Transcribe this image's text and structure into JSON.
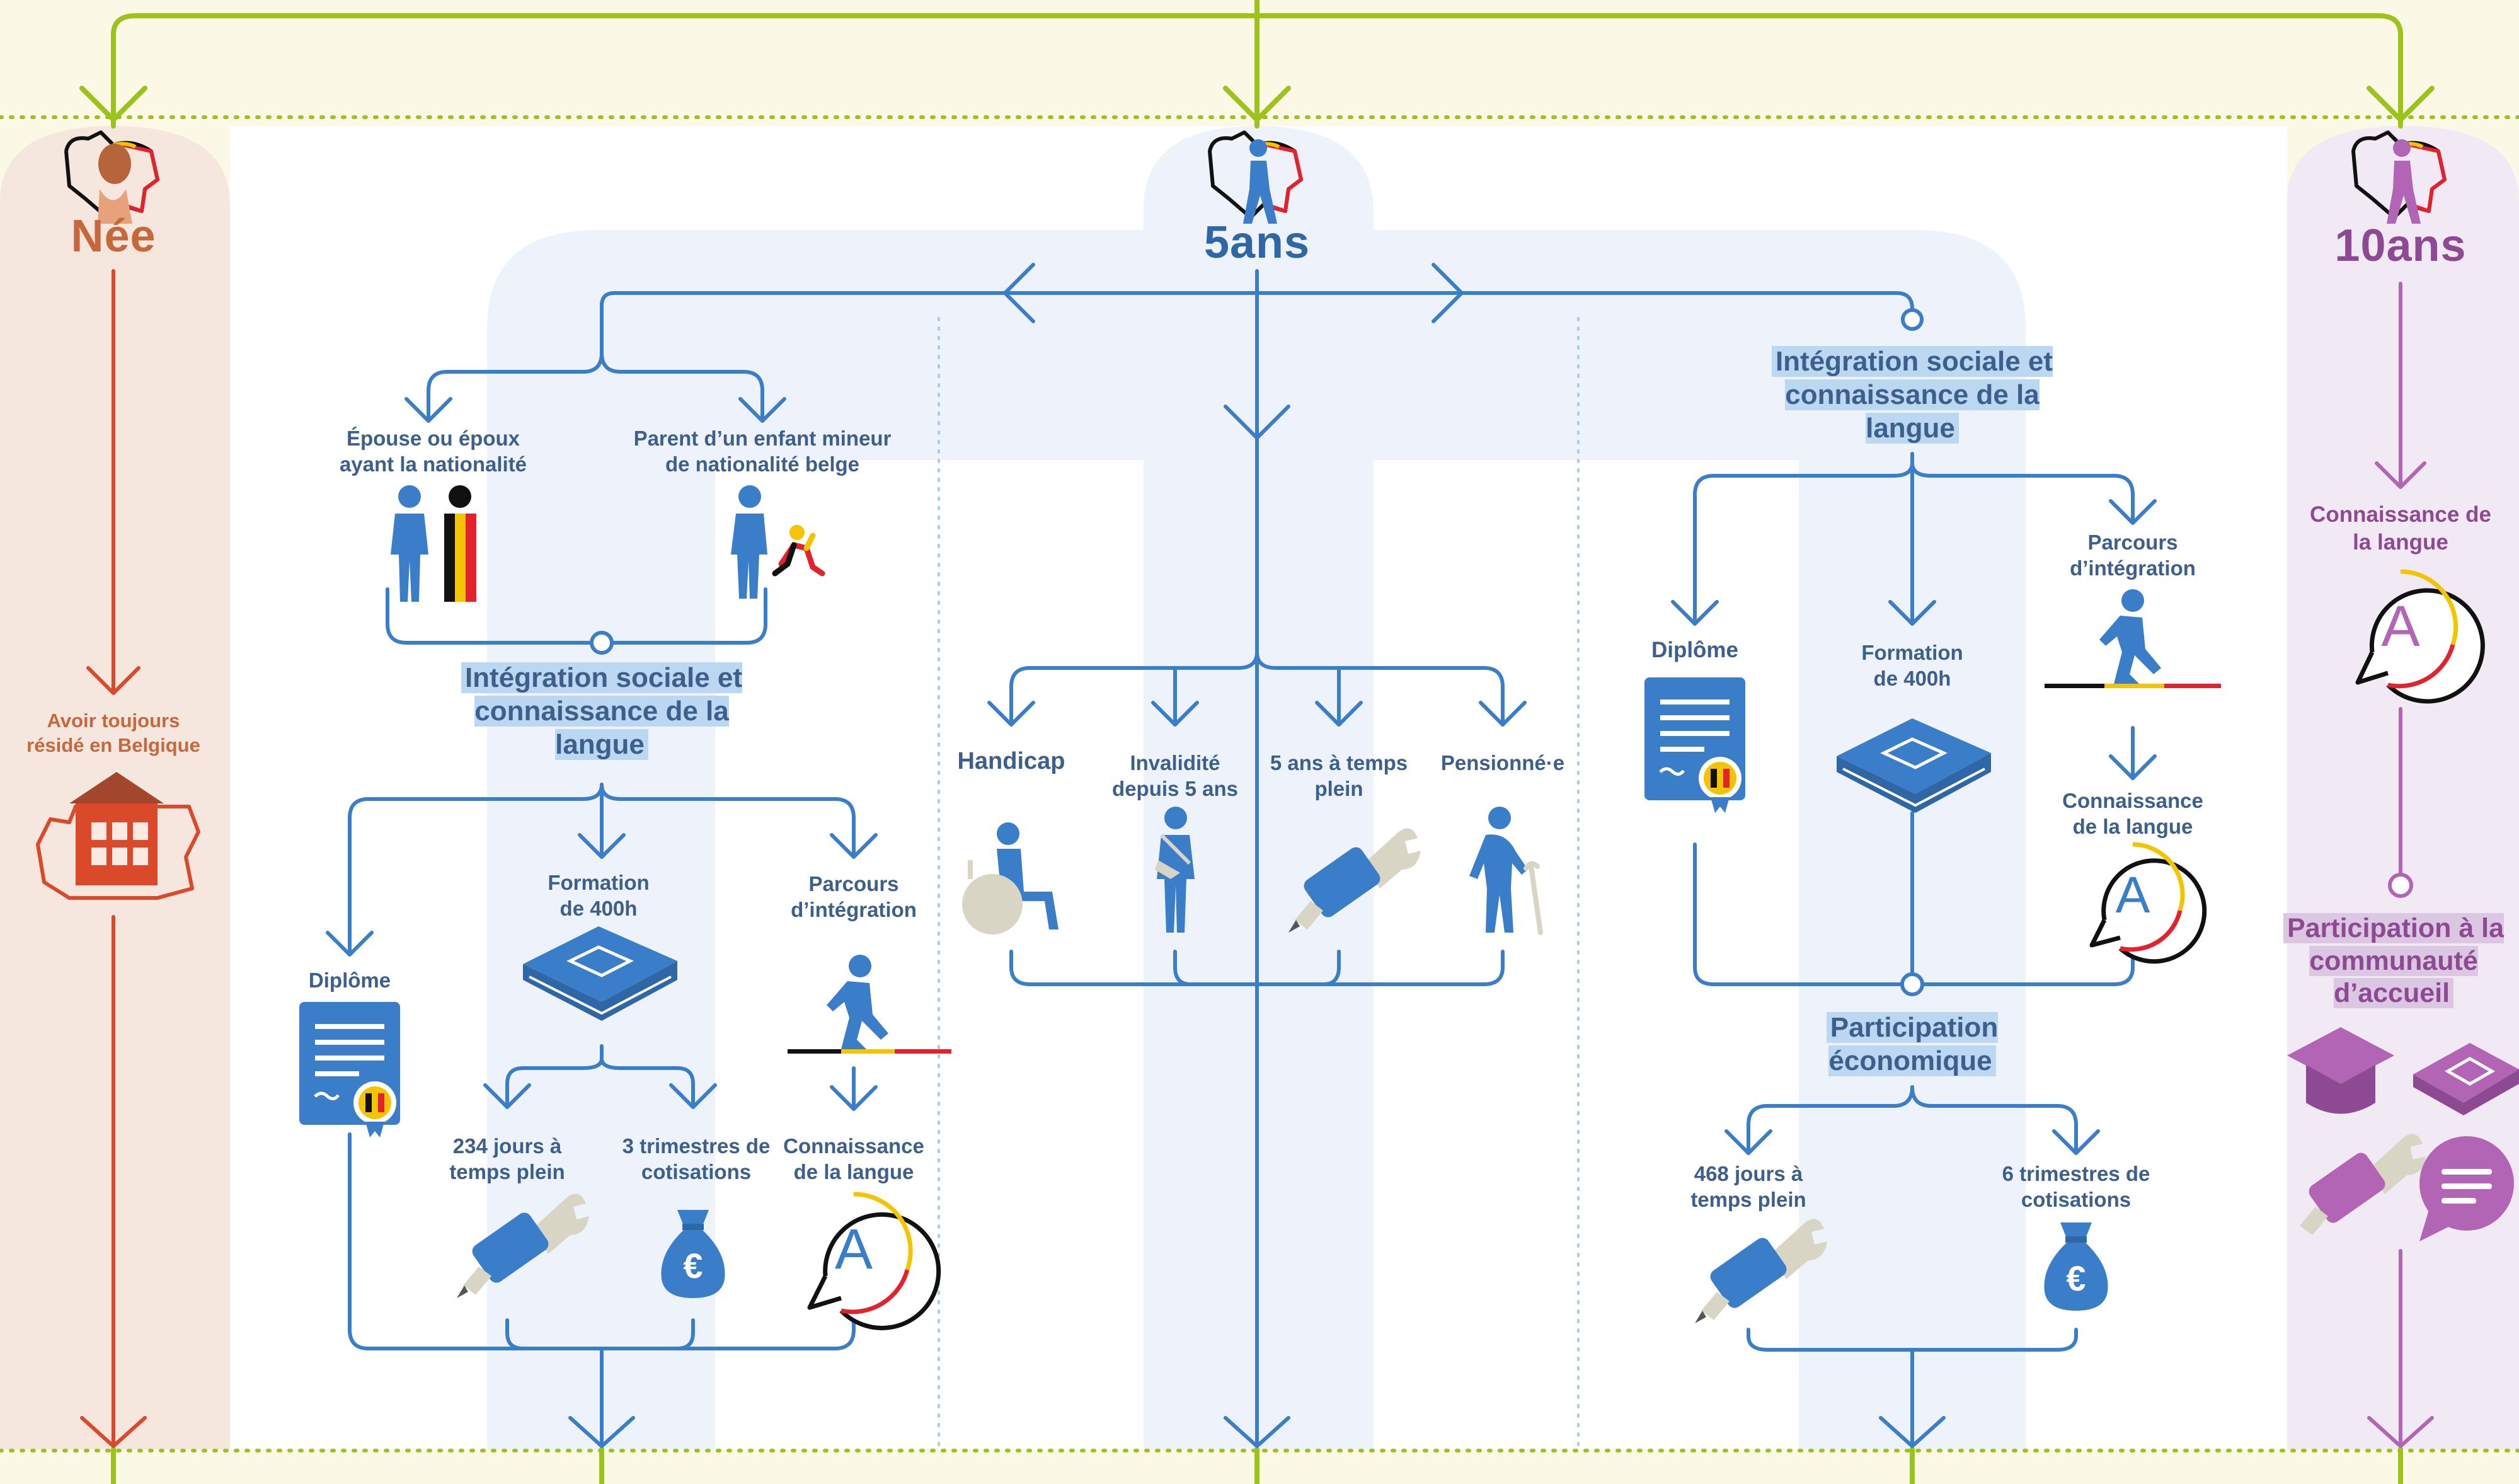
{
  "colors": {
    "background": "#fbf9e6",
    "path_green": "#9bc31c",
    "five_years_blue": "#3a7dc8",
    "birth_orange": "#d9492a",
    "ten_years_purple": "#b165b4",
    "belgium_black": "#111111",
    "belgium_yellow": "#f5c400",
    "belgium_red": "#e3222d"
  },
  "columns": {
    "born": {
      "title": "Née",
      "condition": "Avoir toujours résidé en Belgique"
    },
    "five_years": {
      "title": "5ans",
      "branch_family": {
        "spouse": "Épouse ou époux ayant la nationalité",
        "parent": "Parent d’un enfant mineur de nationalité belge",
        "integration": "Intégration sociale et connaissance de la langue",
        "diploma": "Diplôme",
        "training": "Formation de 400h",
        "path": "Parcours d’intégration",
        "days": "234 jours à temps plein",
        "quarters": "3 trimestres de cotisations",
        "language": "Connaissance de la langue"
      },
      "branch_middle": {
        "handicap": "Handicap",
        "invalidity": "Invalidité depuis 5 ans",
        "fulltime": "5 ans à temps plein",
        "pension": "Pensionné·e"
      },
      "branch_integration": {
        "integration": "Intégration sociale et connaissance de la langue",
        "diploma": "Diplôme",
        "training": "Formation de 400h",
        "path": "Parcours d’intégration",
        "language": "Connaissance de la langue",
        "economic": "Participation économique",
        "days": "468 jours à temps plein",
        "quarters": "6 trimestres de cotisations"
      }
    },
    "ten_years": {
      "title": "10ans",
      "language": "Connaissance de la langue",
      "participation": "Participation à la communauté d’accueil"
    }
  },
  "icon_letters": {
    "language_badge": "A",
    "money_bag": "€"
  }
}
